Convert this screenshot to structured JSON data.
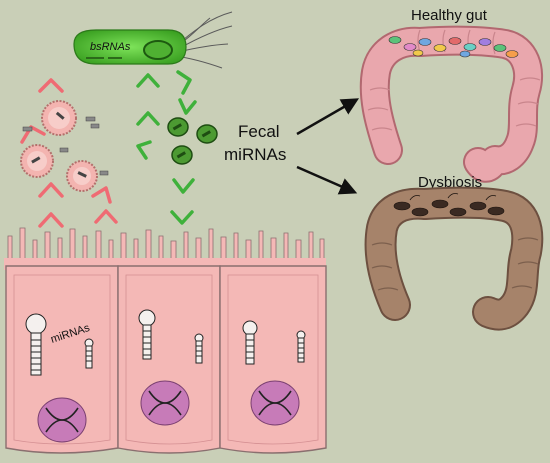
{
  "diagram": {
    "background": "#c9cfb7",
    "labels": {
      "bacteria_rna": "bsRNAs",
      "fecal_line1": "Fecal",
      "fecal_line2": "miRNAs",
      "healthy": "Healthy gut",
      "dysbiosis": "Dysbiosis",
      "cell_mirna": "miRNAs"
    },
    "colors": {
      "epithelium": "#f4b8b6",
      "epithelium_outline": "#8a6f6f",
      "nucleus": "#c77bb8",
      "bacterium": "#5fcf3a",
      "healthy_colon": "#e9a7ad",
      "dysbiosis_colon": "#a6836a",
      "arrow_red": "#ef6b73",
      "arrow_green": "#3fb13b",
      "exosome": "#f3b4b0"
    }
  }
}
